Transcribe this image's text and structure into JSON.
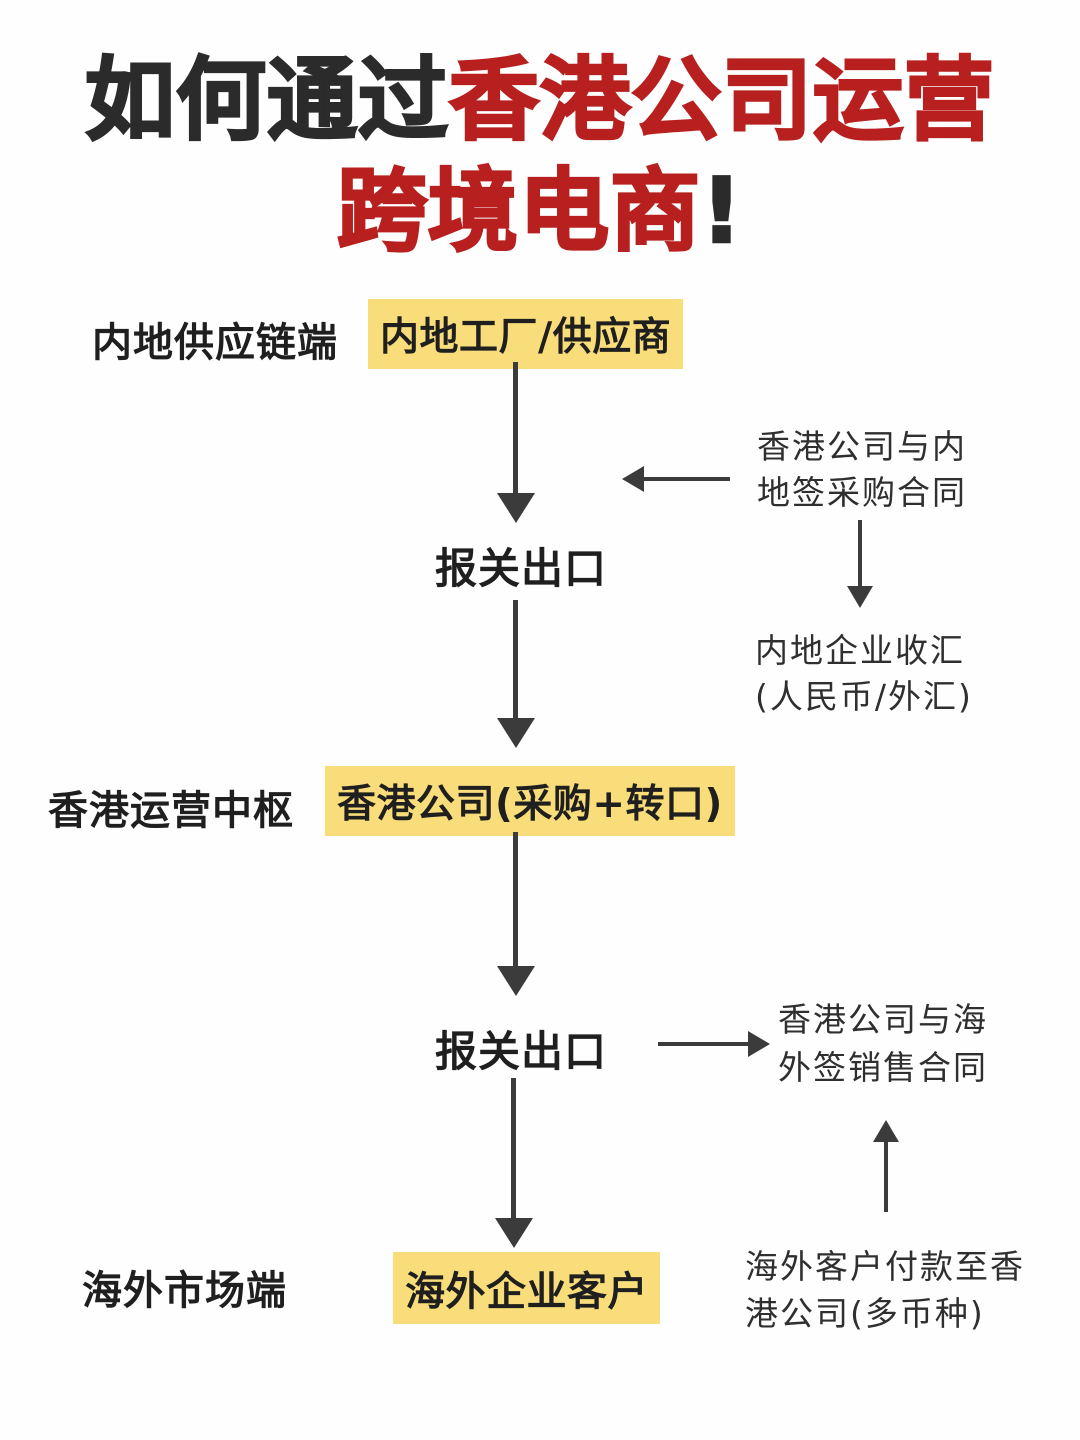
{
  "title": {
    "part1_black": "如何通过",
    "part2_red": "香港公司运营",
    "line2_red": "跨境电商",
    "line2_exclaim": "!"
  },
  "colors": {
    "title_red": "#b7201f",
    "title_black": "#2b2b2b",
    "node_highlight": "#f8dd7a",
    "arrow": "#3b3b3b",
    "text": "#232323"
  },
  "stages": {
    "mainland_supply_label": "内地供应链端",
    "hk_hub_label": "香港运营中枢",
    "overseas_market_label": "海外市场端"
  },
  "nodes": {
    "mainland_factory": "内地工厂/供应商",
    "hk_company": "香港公司(采购+转口)",
    "overseas_customer": "海外企业客户"
  },
  "steps": {
    "customs_export_1": "报关出口",
    "customs_export_2": "报关出口"
  },
  "notes": {
    "purchase_contract": {
      "line1": "香港公司与内",
      "line2": "地签采购合同"
    },
    "fx_receipt": {
      "line1": "内地企业收汇",
      "line2": "(人民币/外汇)"
    },
    "sales_contract": {
      "line1": "香港公司与海",
      "line2": "外签销售合同"
    },
    "overseas_payment": {
      "line1": "海外客户付款至香",
      "line2": "港公司(多币种)"
    }
  }
}
